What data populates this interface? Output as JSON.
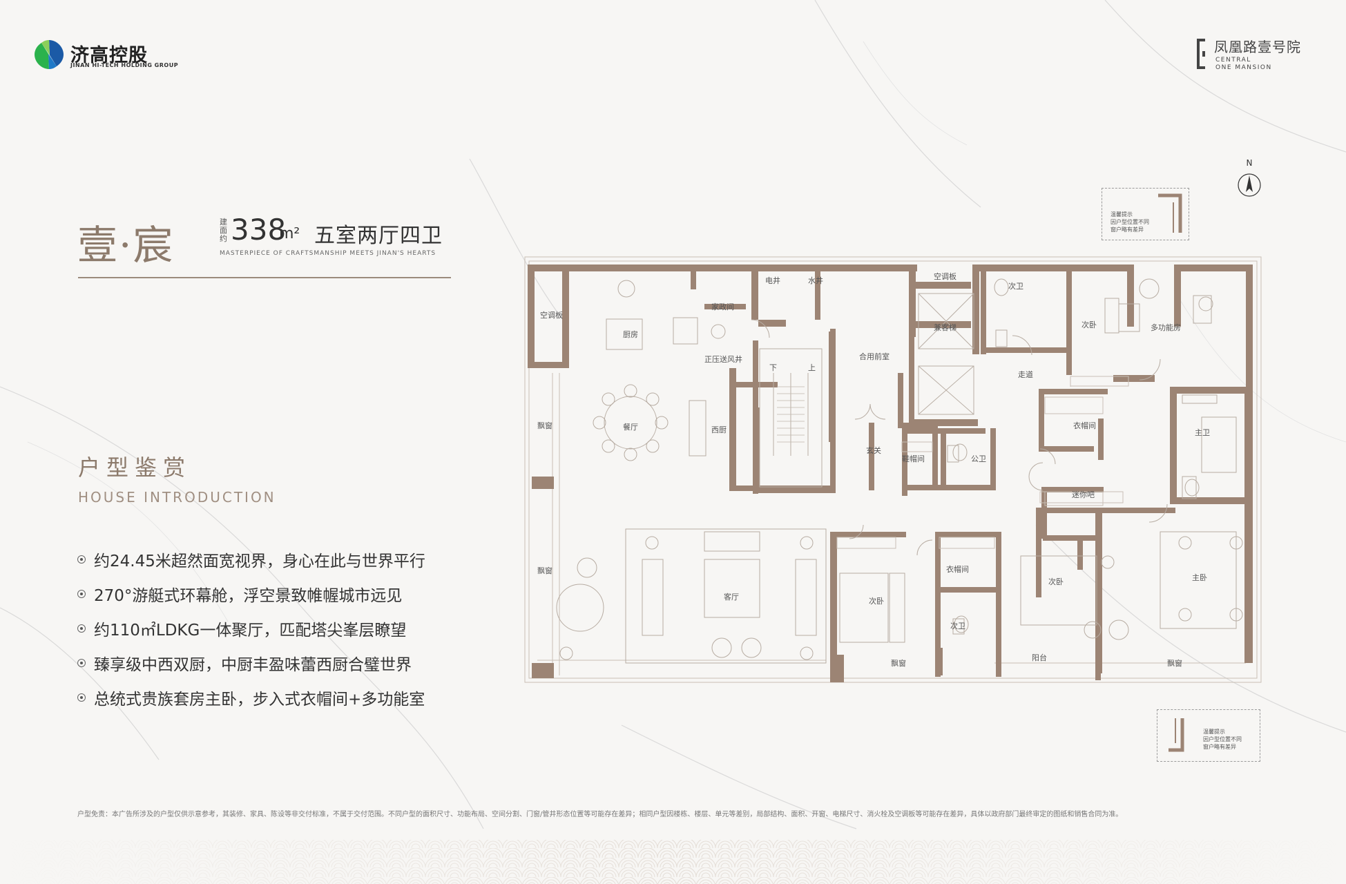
{
  "brand": {
    "name_cn": "济高控股",
    "name_en": "JINAN HI-TECH HOLDING GROUP",
    "colors": {
      "green": "#2bb24c",
      "blue": "#1b5aa6"
    }
  },
  "project": {
    "name_cn": "凤凰路壹号院",
    "name_en_line1": "CENTRAL",
    "name_en_line2": "ONE MANSION"
  },
  "unit": {
    "name": "壹·宸",
    "area_prefix": "建面约",
    "area_value": "338",
    "area_unit": "m²",
    "layout": "五室两厅四卫",
    "tagline": "MASTERPIECE OF CRAFTSMANSHIP MEETS JINAN'S HEARTS"
  },
  "section": {
    "title_cn": "户型鉴赏",
    "title_en": "HOUSE INTRODUCTION"
  },
  "features": [
    "约24.45米超然面宽视界，身心在此与世界平行",
    "270°游艇式环幕舱，浮空景致帷幄城市远见",
    "约110㎡LDKG一体聚厅，匹配塔尖峯层瞭望",
    "臻享级中西双厨，中厨丰盈味蕾西厨合璧世界",
    "总统式贵族套房主卧，步入式衣帽间+多功能室"
  ],
  "compass": {
    "label": "N"
  },
  "notes": {
    "top": [
      "温馨提示",
      "因户型位置不同",
      "窗户略有差异"
    ],
    "bottom": [
      "温馨提示",
      "因户型位置不同",
      "窗户略有差异"
    ]
  },
  "floorplan": {
    "rooms": {
      "kongtiao1": "空调板",
      "chufang": "厨房",
      "jiazheng": "家政间",
      "dianjing": "电井",
      "shuijing": "水井",
      "zhengya": "正压送风井",
      "xia": "下",
      "shang": "上",
      "heyong": "合用前室",
      "kongtiao2": "空调板",
      "jianketi": "兼客梯",
      "ciwei1": "次卫",
      "ciwo1": "次卧",
      "duogongneng": "多功能房",
      "zoudao": "走道",
      "piaochuang1": "飘窗",
      "canting": "餐厅",
      "xichu": "西厨",
      "xuanguan": "玄关",
      "xiemaojian": "鞋帽间",
      "gongwei": "公卫",
      "yimaojian1": "衣帽间",
      "zhuwei": "主卫",
      "milianba": "迷你吧",
      "piaochuang2": "飘窗",
      "keting": "客厅",
      "ciwo2": "次卧",
      "yimaojian2": "衣帽间",
      "ciwo3": "次卧",
      "zhuwo": "主卧",
      "ciwei2": "次卫",
      "piaochuang3": "飘窗",
      "yangtai": "阳台",
      "piaochuang4": "飘窗"
    },
    "wall_color": "#9c8474"
  },
  "disclaimer": "户型免责：本广告所涉及的户型仅供示意参考，其装修、家具、陈设等非交付标准，不属于交付范围。不同户型的面积尺寸、功能布局、空间分割、门窗/管井形态位置等可能存在差异；相同户型因楼栋、楼层、单元等差别，局部结构、面积、开窗、电梯尺寸、消火栓及空调板等可能存在差异，具体以政府部门最终审定的图纸和销售合同为准。"
}
